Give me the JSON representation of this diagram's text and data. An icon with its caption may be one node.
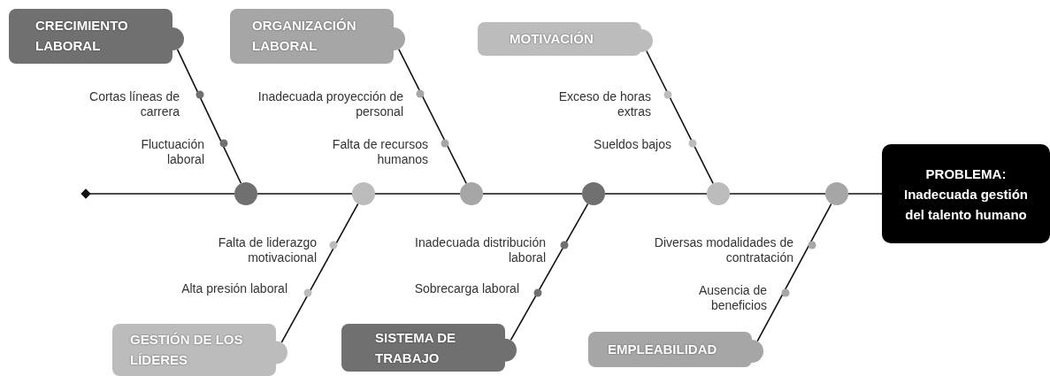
{
  "diagram": {
    "nodes": [
      {
        "text": [
          "CRECIMIENTO LABORAL"
        ]
      },
      {
        "text": [
          "ORGANIZACIÓN LABORAL"
        ]
      },
      {
        "text": [
          "MOTIVACIÓN"
        ]
      },
      {
        "text": [
          "GESTIÓN DE LOS LÍDERES"
        ]
      },
      {
        "text": [
          "SISTEMA DE TRABAJO"
        ]
      },
      {
        "text": [
          "EMPLEABILIDAD"
        ]
      },
      {
        "text": [
          "PROBLEMA:",
          "Inadecuada gestión del talento humano"
        ]
      },
      {
        "text": [],
        "shape": "circle"
      },
      {
        "text": [],
        "shape": "circle"
      },
      {
        "text": [],
        "shape": "circle"
      },
      {
        "text": [],
        "shape": "circle"
      },
      {
        "text": [],
        "shape": "circle"
      },
      {
        "text": [],
        "shape": "circle"
      },
      {
        "text": [],
        "shape": "diamond"
      }
    ],
    "edges": [
      {
        "from": 0,
        "to": 7,
        "arrow": "none"
      },
      {
        "from": 1,
        "to": 9,
        "arrow": "none"
      },
      {
        "from": 2,
        "to": 11,
        "arrow": "none"
      },
      {
        "from": 3,
        "to": 8,
        "arrow": "none"
      },
      {
        "from": 4,
        "to": 10,
        "arrow": "none"
      },
      {
        "from": 5,
        "to": 12,
        "arrow": "none"
      },
      {
        "from": 13,
        "to": 7,
        "arrow": "none"
      },
      {
        "from": 7,
        "to": 8,
        "arrow": "none"
      },
      {
        "from": 8,
        "to": 9,
        "arrow": "none"
      },
      {
        "from": 9,
        "to": 10,
        "arrow": "none"
      },
      {
        "from": 10,
        "to": 11,
        "arrow": "none"
      },
      {
        "from": 11,
        "to": 12,
        "arrow": "none"
      },
      {
        "from": 12,
        "to": 6,
        "arrow": "none"
      }
    ],
    "labels": [
      "Cortas líneas de carrera",
      "Inadecuada proyección de personal",
      "Exceso de horas extras",
      "Fluctuación laboral",
      "Falta de recursos humanos",
      "Sueldos bajos",
      "Falta de liderazgo motivacional",
      "Inadecuada distribución laboral",
      "Diversas modalidades de contratación",
      "Alta presión laboral",
      "Sobrecarga laboral",
      "Ausencia de beneficios"
    ]
  }
}
